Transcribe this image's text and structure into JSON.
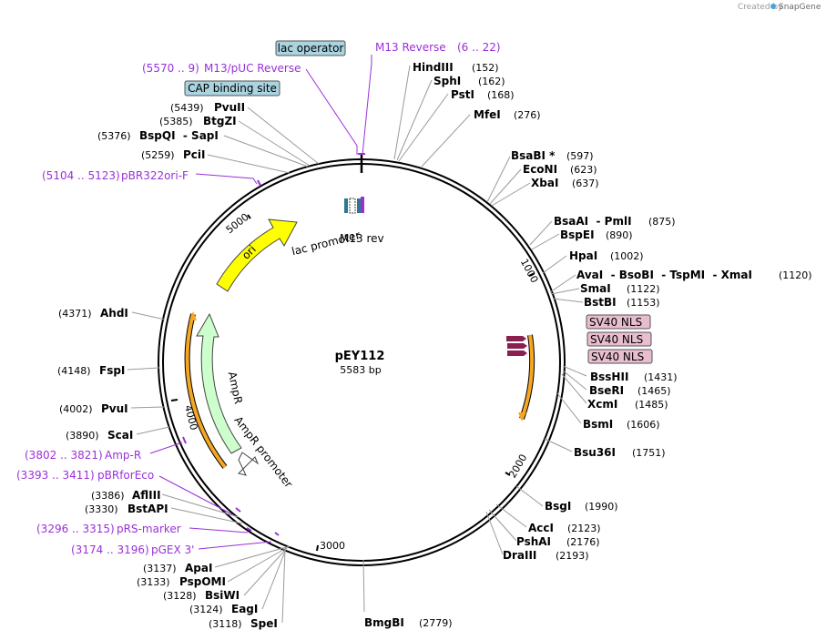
{
  "credit": {
    "created_by": "Created by",
    "brand": "SnapGene"
  },
  "plasmid": {
    "name": "pEY112",
    "size_label": "5583 bp",
    "length": 5583
  },
  "ticks": [
    {
      "bp": 1000,
      "label": "1000"
    },
    {
      "bp": 2000,
      "label": "2000"
    },
    {
      "bp": 3000,
      "label": "3000"
    },
    {
      "bp": 4000,
      "label": "4000"
    },
    {
      "bp": 5000,
      "label": "5000"
    }
  ],
  "enzymes_right": [
    {
      "name": "HindIII",
      "pos": "(152)"
    },
    {
      "name": "SphI",
      "pos": "(162)"
    },
    {
      "name": "PstI",
      "pos": "(168)"
    },
    {
      "name": "MfeI",
      "pos": "(276)"
    },
    {
      "name": "BsaBI *",
      "pos": "(597)"
    },
    {
      "name": "EcoNI",
      "pos": "(623)"
    },
    {
      "name": "XbaI",
      "pos": "(637)"
    },
    {
      "name": "BsaAI  - PmlI",
      "pos": "(875)"
    },
    {
      "name": "BspEI",
      "pos": "(890)"
    },
    {
      "name": "HpaI",
      "pos": "(1002)"
    },
    {
      "name": "AvaI  - BsoBI  - TspMI  - XmaI",
      "pos": "(1120)"
    },
    {
      "name": "SmaI",
      "pos": "(1122)"
    },
    {
      "name": "BstBI",
      "pos": "(1153)"
    },
    {
      "name": "BssHII",
      "pos": "(1431)"
    },
    {
      "name": "BseRI",
      "pos": "(1465)"
    },
    {
      "name": "XcmI",
      "pos": "(1485)"
    },
    {
      "name": "BsmI",
      "pos": "(1606)"
    },
    {
      "name": "Bsu36I",
      "pos": "(1751)"
    },
    {
      "name": "BsgI",
      "pos": "(1990)"
    },
    {
      "name": "AccI",
      "pos": "(2123)"
    },
    {
      "name": "PshAI",
      "pos": "(2176)"
    },
    {
      "name": "DraIII",
      "pos": "(2193)"
    },
    {
      "name": "BmgBI",
      "pos": "(2779)"
    }
  ],
  "enzymes_left": [
    {
      "name": "PvuII",
      "pos": "(5439)"
    },
    {
      "name": "BtgZI",
      "pos": "(5385)"
    },
    {
      "name": "BspQI  - SapI",
      "pos": "(5376)"
    },
    {
      "name": "PciI",
      "pos": "(5259)"
    },
    {
      "name": "AhdI",
      "pos": "(4371)"
    },
    {
      "name": "FspI",
      "pos": "(4148)"
    },
    {
      "name": "PvuI",
      "pos": "(4002)"
    },
    {
      "name": "ScaI",
      "pos": "(3890)"
    },
    {
      "name": "AflIII",
      "pos": "(3386)"
    },
    {
      "name": "BstAPI",
      "pos": "(3330)"
    },
    {
      "name": "ApaI",
      "pos": "(3137)"
    },
    {
      "name": "PspOMI",
      "pos": "(3133)"
    },
    {
      "name": "BsiWI",
      "pos": "(3128)"
    },
    {
      "name": "EagI",
      "pos": "(3124)"
    },
    {
      "name": "SpeI",
      "pos": "(3118)"
    }
  ],
  "primers": [
    {
      "name": "M13 Reverse",
      "range": "(6 .. 22)"
    },
    {
      "name": "M13/pUC Reverse",
      "range": "(5570 .. 9)"
    },
    {
      "name": "pBR322ori-F",
      "range": "(5104 .. 5123)"
    },
    {
      "name": "Amp-R",
      "range": "(3802 .. 3821)"
    },
    {
      "name": "pBRforEco",
      "range": "(3393 .. 3411)"
    },
    {
      "name": "pRS-marker",
      "range": "(3296 .. 3315)"
    },
    {
      "name": "pGEX 3'",
      "range": "(3174 .. 3196)"
    }
  ],
  "boxed_features": [
    {
      "label": "lac operator",
      "color": "#a9d4e0"
    },
    {
      "label": "CAP binding site",
      "color": "#a9d4e0"
    },
    {
      "label": "SV40 NLS",
      "color": "#e8bdd0"
    },
    {
      "label": "SV40 NLS",
      "color": "#e8bdd0"
    },
    {
      "label": "SV40 NLS",
      "color": "#e8bdd0"
    }
  ],
  "features": [
    {
      "label": "ori",
      "color": "#ffff00"
    },
    {
      "label": "AmpR",
      "color": "#ccffcc"
    },
    {
      "label": "AmpR promoter",
      "color": "#ffffff"
    },
    {
      "label": "lac promoter",
      "color": "#ffffff"
    },
    {
      "label": "M13 rev",
      "color": "#9b30d9"
    }
  ],
  "colors": {
    "ring": "#000000",
    "orange_arc": "#f5a623",
    "primer": "#9b30d9",
    "leader": "#9a9a9a"
  }
}
